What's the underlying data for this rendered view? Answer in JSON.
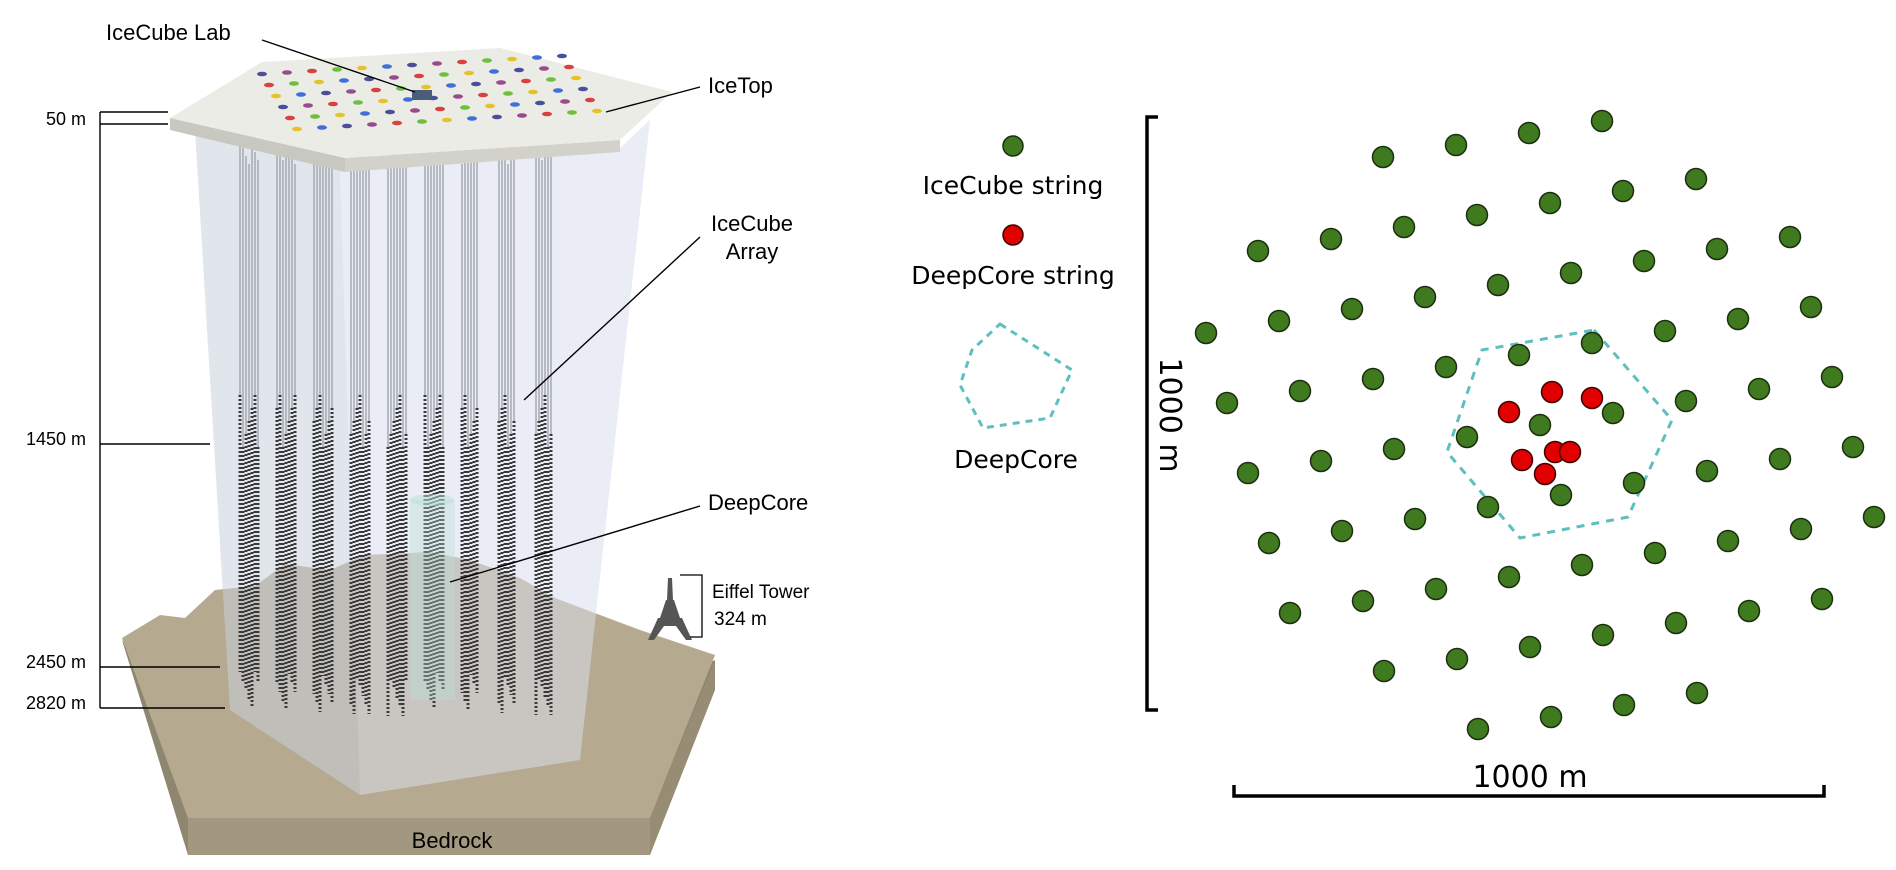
{
  "left": {
    "labels": {
      "lab": "IceCube Lab",
      "icetop": "IceTop",
      "array_line1": "IceCube",
      "array_line2": "Array",
      "deepcore": "DeepCore",
      "eiffel_line1": "Eiffel Tower",
      "eiffel_line2": "324 m",
      "bedrock": "Bedrock"
    },
    "depths": [
      "50 m",
      "1450 m",
      "2450 m",
      "2820 m"
    ]
  },
  "right": {
    "legend": {
      "icecube_string": "IceCube string",
      "deepcore_string": "DeepCore string",
      "deepcore_region": "DeepCore"
    },
    "scale_vertical": "1000 m",
    "scale_horizontal": "1000 m"
  },
  "colors": {
    "icecube_string": "#3f7a1e",
    "deepcore_string": "#e00000",
    "deepcore_outline": "#5fbfbf",
    "bedrock": "#b5a98f",
    "surface": "#ecece6",
    "ice_volume": "#dde3ef"
  }
}
